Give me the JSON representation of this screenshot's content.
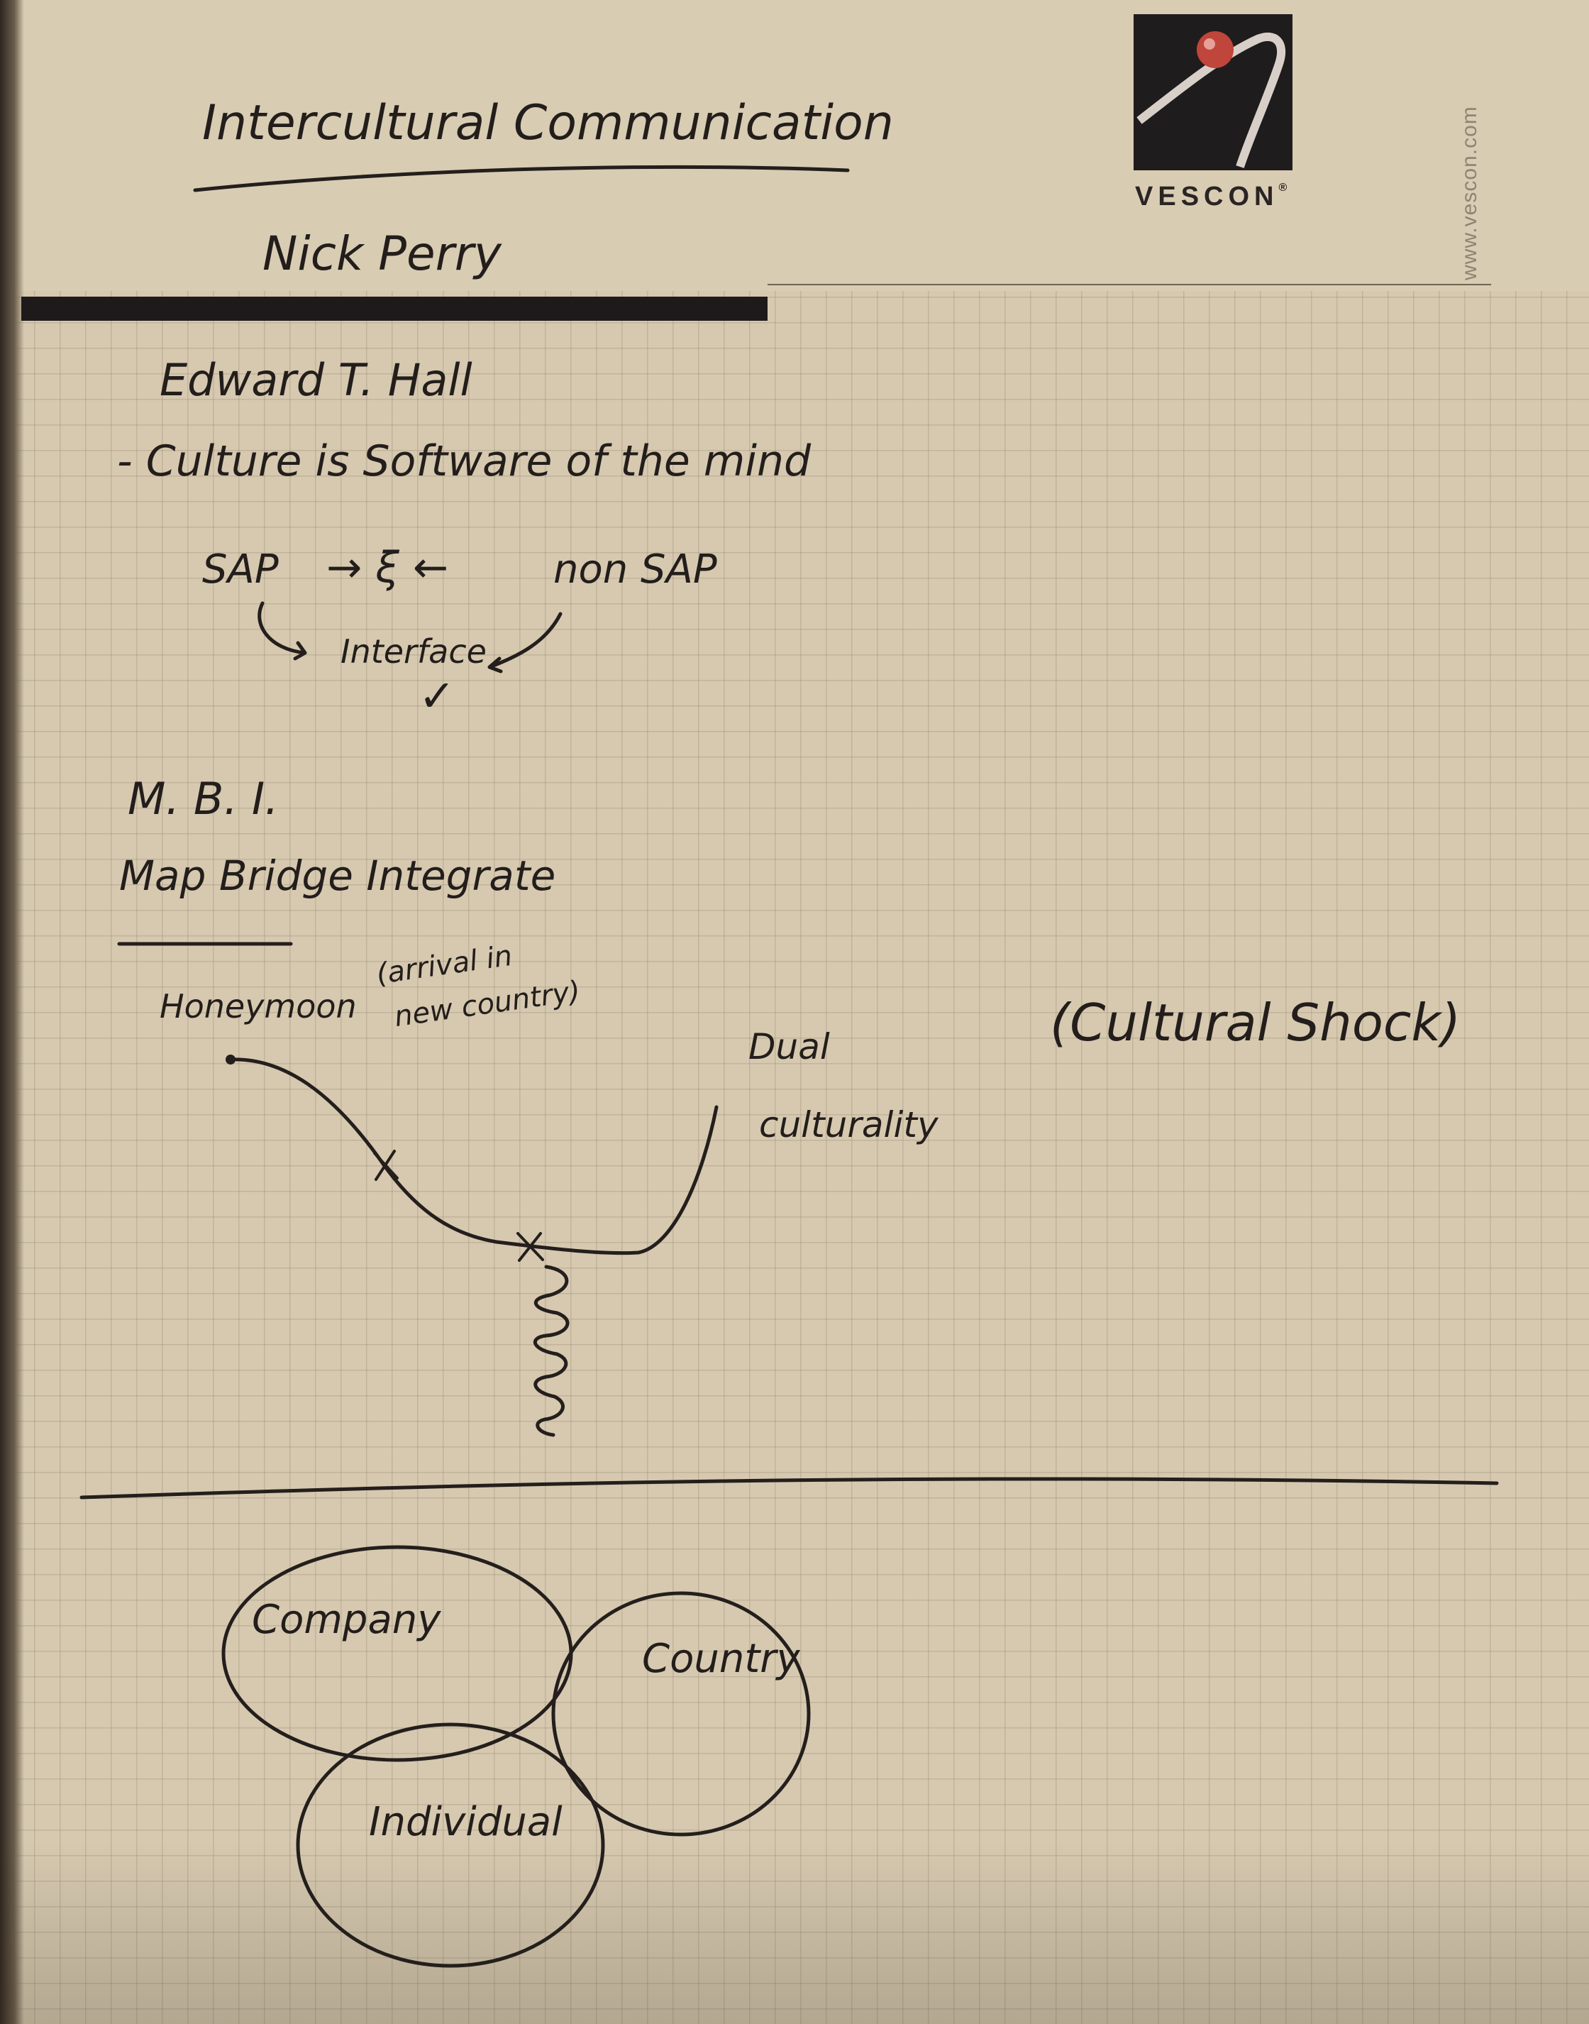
{
  "header": {
    "title": "Intercultural Communication",
    "author": "Nick Perry",
    "brand": "VESCON",
    "brand_mark": "®",
    "url": "www.vescon.com"
  },
  "notes": {
    "speaker": "Edward T. Hall",
    "culture_line": "- Culture is Software of the mind",
    "sap": "SAP",
    "arrows": "→ ξ ←",
    "non_sap": "non SAP",
    "interface": "Interface",
    "checkmark": "✓",
    "mbi": "M. B. I.",
    "mbi_full": "Map Bridge Integrate"
  },
  "curve": {
    "honeymoon": "Honeymoon",
    "arrival_line1": "(arrival in",
    "arrival_line2": "new country)",
    "dual_line1": "Dual",
    "dual_line2": "culturality",
    "shock": "(Cultural Shock)"
  },
  "venn": {
    "company": "Company",
    "country": "Country",
    "individual": "Individual"
  },
  "colors": {
    "ink": "#241f1c",
    "paper": "#d6c9b0",
    "logo_dark": "#1f1c1e",
    "logo_ball": "#c0453a"
  }
}
